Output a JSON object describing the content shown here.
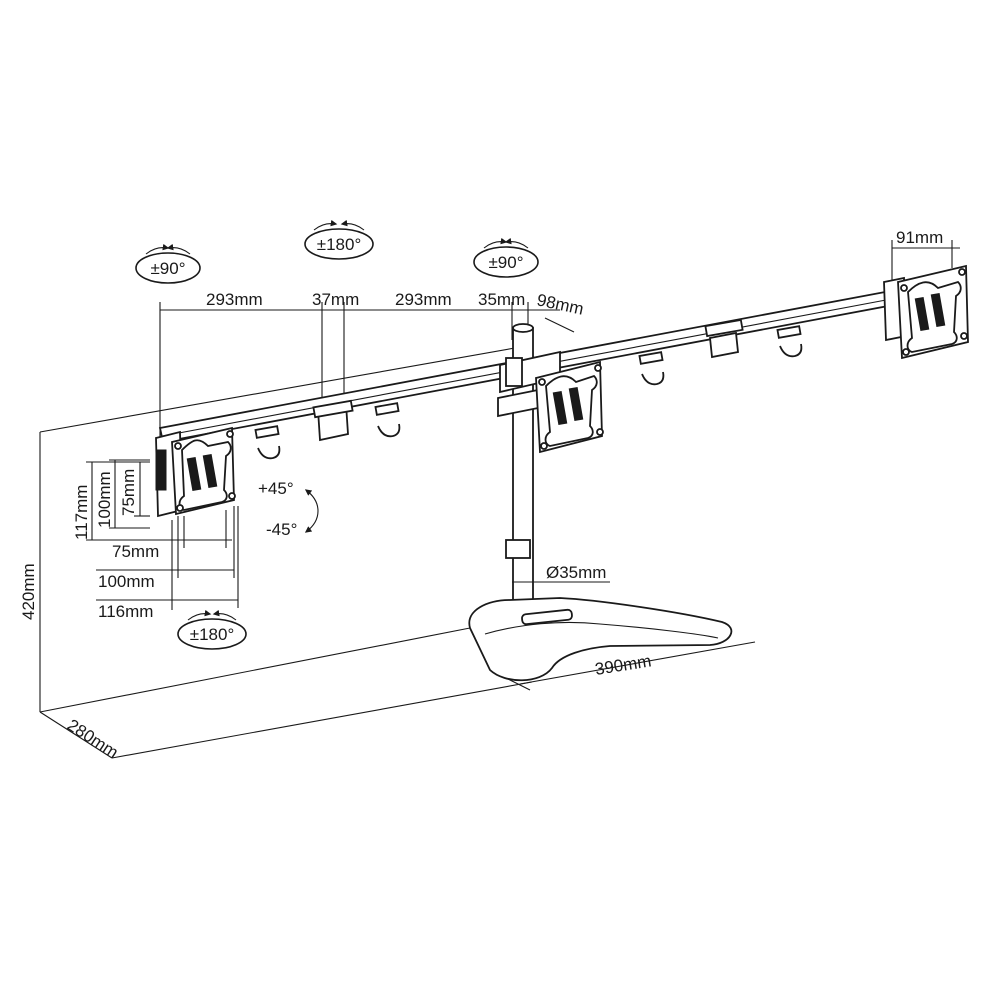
{
  "colors": {
    "ink": "#1a1a1a",
    "background": "#ffffff"
  },
  "rotation_labels": {
    "left_top": "±90°",
    "center_left": "±180°",
    "center": "±90°",
    "left_bottom": "±180°",
    "tilt_up": "+45°",
    "tilt_down": "-45°"
  },
  "dimensions": {
    "arm_left": "293mm",
    "joint": "37mm",
    "arm_right": "293mm",
    "pole_offset": "35mm",
    "head_depth": "98mm",
    "plate_width_right": "91mm",
    "vesa_117": "117mm",
    "vesa_100_v": "100mm",
    "vesa_75_v": "75mm",
    "vesa_75_h": "75mm",
    "vesa_100_h": "100mm",
    "vesa_116_h": "116mm",
    "height": "420mm",
    "depth": "280mm",
    "pole_diameter": "Ø35mm",
    "base_width": "390mm"
  }
}
